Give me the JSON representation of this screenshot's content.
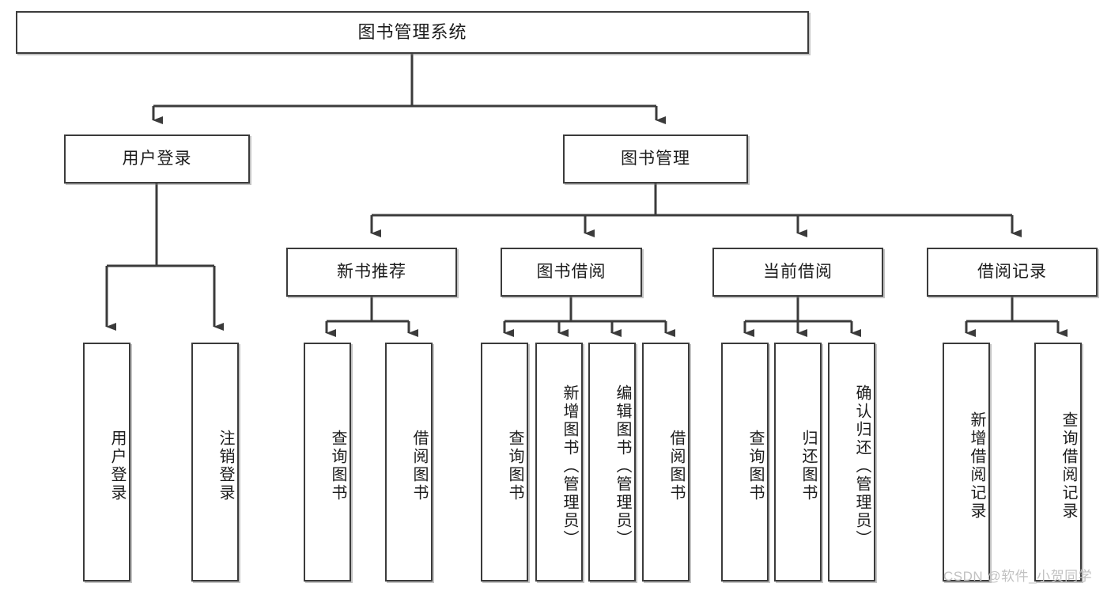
{
  "diagram": {
    "type": "tree-hierarchy-function-chart",
    "title": "图书管理系统",
    "watermark": "CSDN @软件_小贺同学",
    "colors": {
      "box_border": "#3b3b3b",
      "box_fill": "#ffffff",
      "connector": "#3b3b3b",
      "text": "#1c1c1c",
      "watermark": "#c2c2c2"
    },
    "root": {
      "label": "图书管理系统"
    },
    "level2": [
      {
        "label": "用户登录"
      },
      {
        "label": "图书管理"
      }
    ],
    "level3": [
      {
        "label": "新书推荐"
      },
      {
        "label": "图书借阅"
      },
      {
        "label": "当前借阅"
      },
      {
        "label": "借阅记录"
      }
    ],
    "leaves": {
      "user_login": [
        {
          "label": "用户登录"
        },
        {
          "label": "注销登录"
        }
      ],
      "new_book_recommend": [
        {
          "label": "查询图书"
        },
        {
          "label": "借阅图书"
        }
      ],
      "book_borrow": [
        {
          "label": "查询图书"
        },
        {
          "label": "新增图书（管理员）"
        },
        {
          "label": "编辑图书（管理员）"
        },
        {
          "label": "借阅图书"
        }
      ],
      "current_borrow": [
        {
          "label": "查询图书"
        },
        {
          "label": "归还图书"
        },
        {
          "label": "确认归还（管理员）"
        }
      ],
      "borrow_record": [
        {
          "label": "新增借阅记录"
        },
        {
          "label": "查询借阅记录"
        }
      ]
    }
  }
}
